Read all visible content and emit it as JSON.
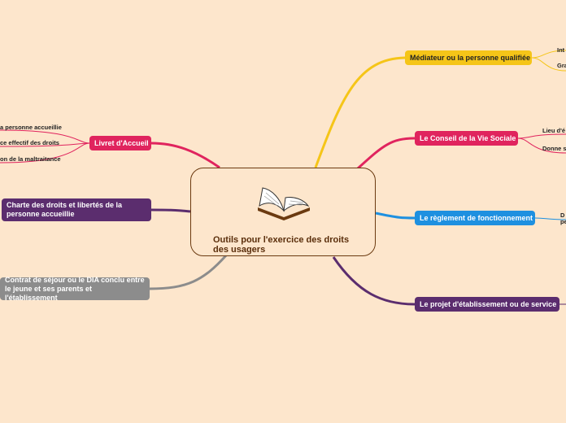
{
  "center": {
    "title": "Outils pour l'exercice des droits des usagers",
    "icon": "open-book-icon"
  },
  "branches": {
    "mediateur": {
      "label": "Médiateur ou la personne qualifiée",
      "color": "#f5c518",
      "text_color": "#222222",
      "children": [
        "Int",
        "Gra"
      ]
    },
    "conseil": {
      "label": "Le Conseil de la Vie Sociale",
      "color": "#e0245e",
      "text_color": "#ffffff",
      "children": [
        "Lieu d'é",
        "Donne s"
      ]
    },
    "reglement": {
      "label": "Le règlement de fonctionnement",
      "color": "#1e90e0",
      "text_color": "#ffffff",
      "children": [
        "D",
        "pe"
      ]
    },
    "projet": {
      "label": "Le projet d'établissement ou de service",
      "color": "#5b2d6e",
      "text_color": "#ffffff",
      "children": []
    },
    "livret": {
      "label": "Livret d'Accueil",
      "color": "#e0245e",
      "text_color": "#ffffff",
      "children": [
        "a personne accueillie",
        "ce effectif des droits",
        "on de la maltraitance"
      ]
    },
    "charte": {
      "label": "Charte des droits et libertés de la personne accueillie",
      "color": "#5b2d6e",
      "text_color": "#ffffff",
      "children": []
    },
    "contrat": {
      "label": "Contrat de séjour ou le DIA conclu entre le jeune et ses parents et l'établissement",
      "color": "#8c8c8c",
      "text_color": "#ffffff",
      "children": []
    }
  }
}
